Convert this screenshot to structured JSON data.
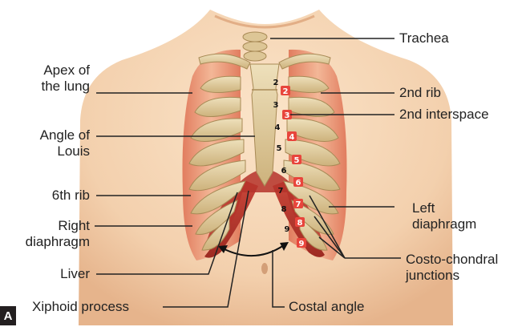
{
  "figure_letter": "A",
  "labels_left": {
    "apex_line1": "Apex of",
    "apex_line2": "the lung",
    "angle_line1": "Angle of",
    "angle_line2": "Louis",
    "sixth_rib": "6th rib",
    "right_diaphragm_line1": "Right",
    "right_diaphragm_line2": "diaphragm",
    "liver": "Liver",
    "xiphoid": "Xiphoid process"
  },
  "labels_right": {
    "trachea": "Trachea",
    "second_rib": "2nd rib",
    "second_interspace": "2nd interspace",
    "left_diaphragm_line1": "Left",
    "left_diaphragm_line2": "diaphragm",
    "costo_line1": "Costo-chondral",
    "costo_line2": "junctions",
    "costal_angle": "Costal angle"
  },
  "rib_numbers": [
    "2",
    "3",
    "4",
    "5",
    "6",
    "7",
    "8",
    "9"
  ],
  "interspace_numbers": [
    "2",
    "3",
    "4",
    "5",
    "6",
    "7",
    "8",
    "9"
  ],
  "colors": {
    "skin": "#f4d5b4",
    "skin_shadow": "#e7b58e",
    "lung": "#e9896a",
    "lung_light": "#f6c4a7",
    "bone": "#e3cfa0",
    "bone_edge": "#a88a56",
    "liver": "#b8352c",
    "interspace_marker": "#e8453c"
  }
}
